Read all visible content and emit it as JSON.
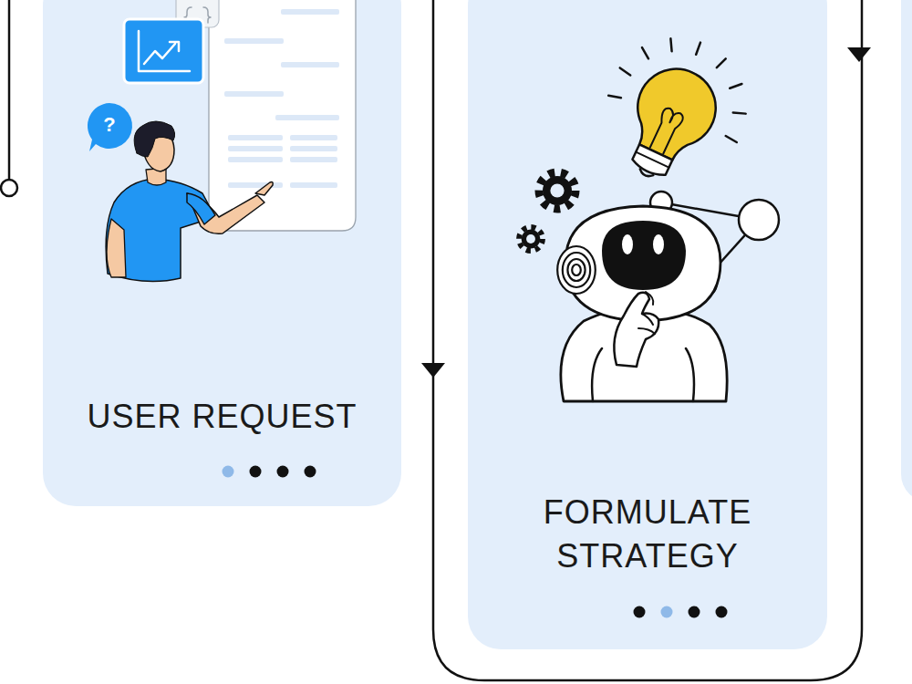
{
  "diagram": {
    "nodes": [
      {
        "text": [
          "USER REQUEST"
        ]
      },
      {
        "text": [
          "FORMULATE STRATEGY"
        ]
      }
    ],
    "labels": [
      "?"
    ]
  }
}
